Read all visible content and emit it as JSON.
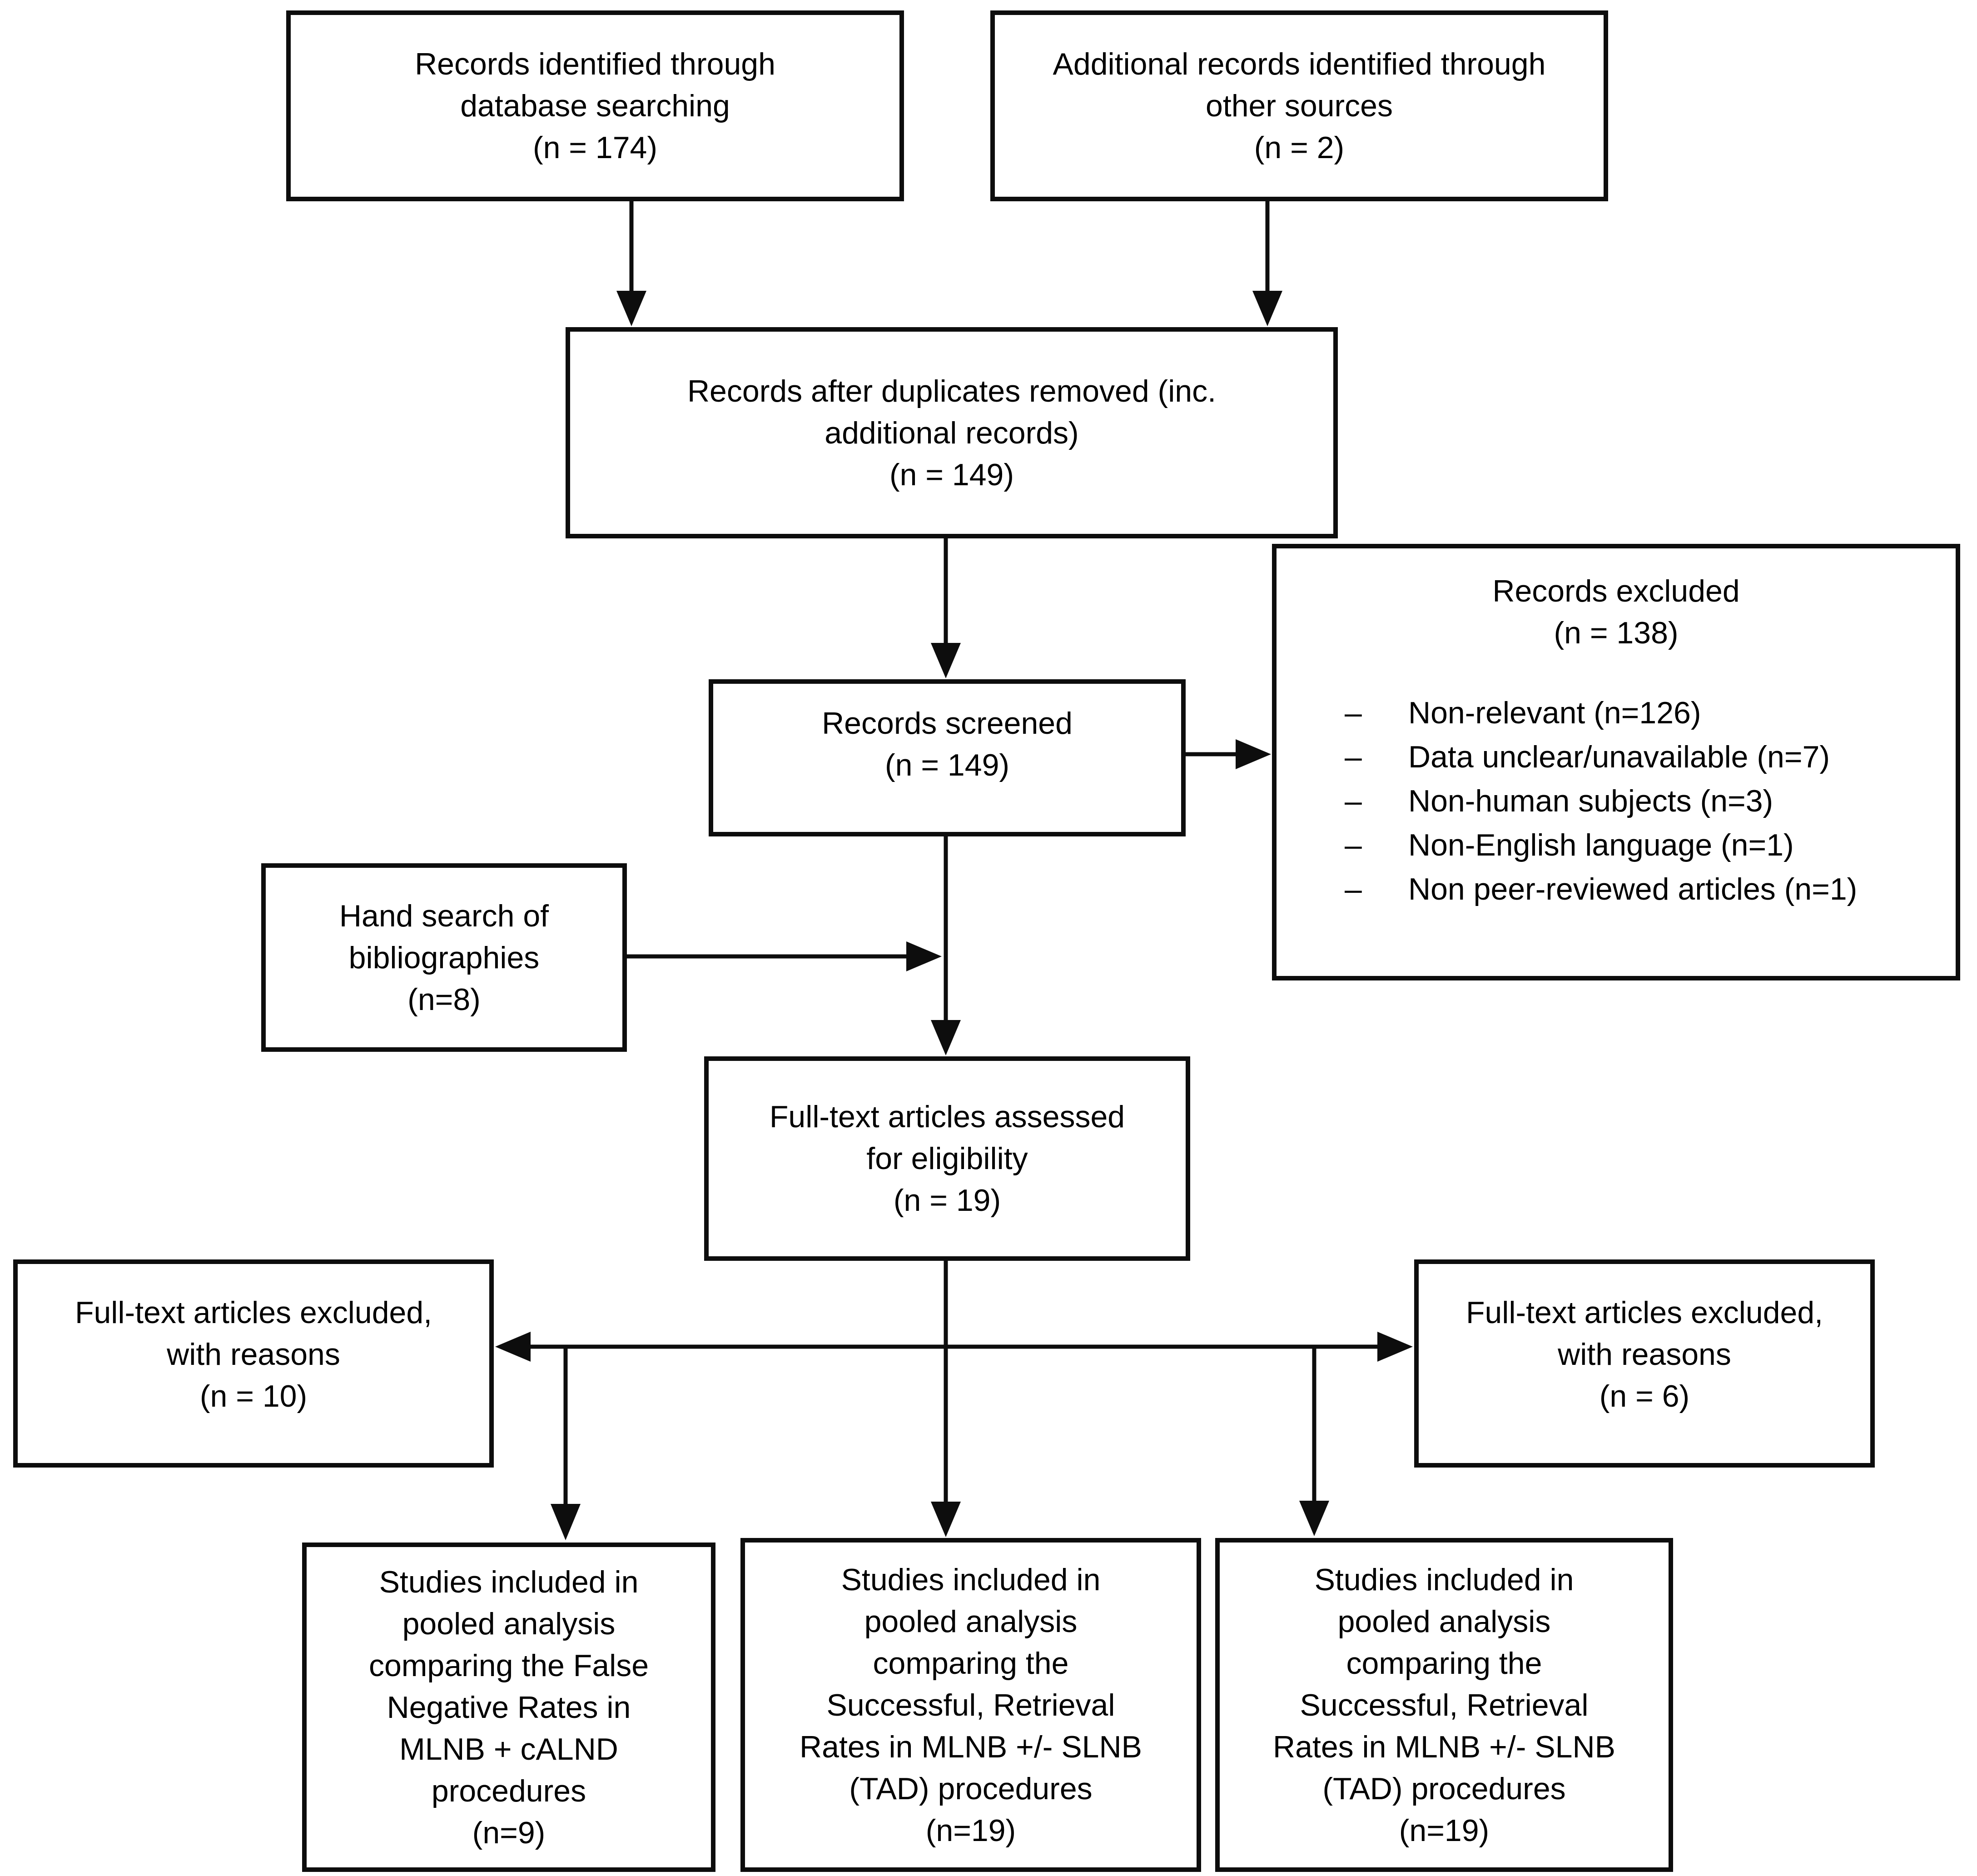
{
  "diagram_title": "PRISMA flow diagram",
  "colors": {
    "background": "#ffffff",
    "box_border": "#0d0d0d",
    "arrow": "#0d0d0d",
    "text": "#000000"
  },
  "boxes": {
    "identified": {
      "text": "Records identified through\ndatabase searching\n(n = 174)"
    },
    "additional": {
      "text": "Additional records identified through\nother sources\n(n = 2)"
    },
    "duplicates": {
      "text": "Records after duplicates removed (inc.\nadditional records)\n(n = 149)"
    },
    "screened": {
      "text": "Records screened\n(n = 149)"
    },
    "excluded": {
      "title": "Records excluded\n(n = 138)",
      "bullet": "–",
      "items": [
        "Non-relevant (n=126)",
        "Data unclear/unavailable (n=7)",
        "Non-human subjects (n=3)",
        "Non-English language (n=1)",
        "Non peer-reviewed articles (n=1)"
      ]
    },
    "hand_search": {
      "text": "Hand search of\nbibliographies\n(n=8)"
    },
    "assessed": {
      "text": "Full-text articles assessed\nfor eligibility\n(n = 19)"
    },
    "ft_excluded_left": {
      "text": "Full-text articles excluded,\nwith reasons\n(n = 10)"
    },
    "ft_excluded_right": {
      "text": "Full-text articles excluded,\nwith reasons\n(n = 6)"
    },
    "pooled_false_negative": {
      "text": "Studies included in\npooled analysis\ncomparing the False\nNegative Rates in\nMLNB + cALND\nprocedures\n(n=9)"
    },
    "pooled_retrieval_mid": {
      "text": "Studies included in\npooled analysis\ncomparing the\nSuccessful, Retrieval\nRates in MLNB +/- SLNB\n(TAD) procedures\n(n=19)"
    },
    "pooled_retrieval_right": {
      "text": "Studies included in\npooled analysis\ncomparing the\nSuccessful, Retrieval\nRates in MLNB +/- SLNB\n(TAD) procedures\n(n=19)"
    }
  }
}
